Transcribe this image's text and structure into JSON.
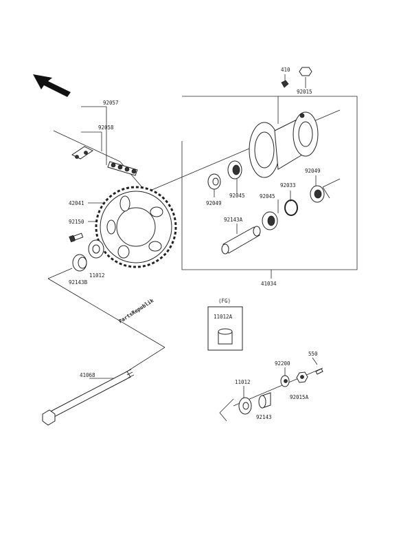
{
  "watermark": "PartsRepublik",
  "labels": {
    "p410": "410",
    "p92015": "92015",
    "p92057": "92057",
    "p92058": "92058",
    "p42041": "42041",
    "p92150": "92150",
    "p11012_left": "11012",
    "p92143b": "92143B",
    "p92049_upper": "92049",
    "p92049_lower": "92049",
    "p92045_upper": "92045",
    "p92045_lower": "92045",
    "p92033": "92033",
    "p92143a": "92143A",
    "p41034": "41034",
    "fg": "(FG)",
    "p11012a": "11012A",
    "p41068": "41068",
    "p550": "550",
    "p92200": "92200",
    "p11012_right": "11012",
    "p92015a": "92015A",
    "p92143": "92143"
  },
  "icons": {
    "arrow": "front-direction-arrow-icon"
  }
}
